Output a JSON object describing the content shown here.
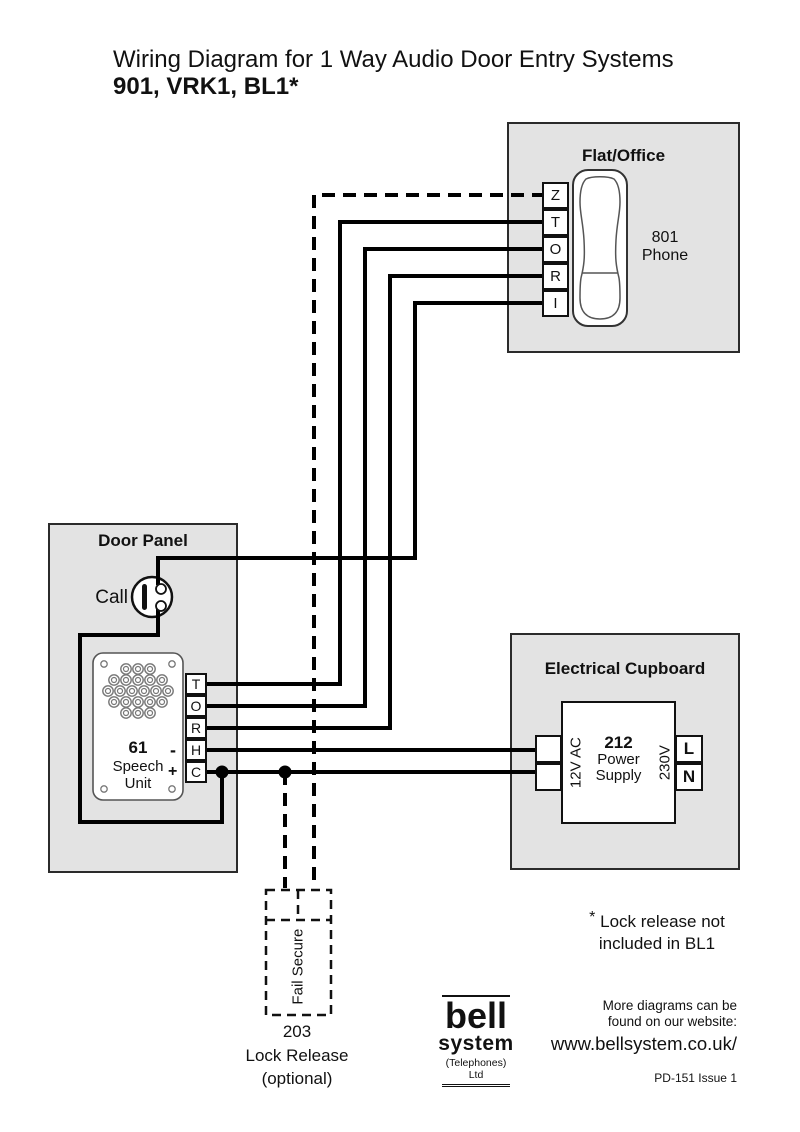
{
  "header": {
    "title": "Wiring Diagram for 1 Way Audio Door Entry Systems",
    "subtitle": "901, VRK1, BL1*"
  },
  "flat_office": {
    "title": "Flat/Office",
    "terminals": [
      "Z",
      "T",
      "O",
      "R",
      "I"
    ],
    "phone_model": "801",
    "phone_label": "Phone"
  },
  "door_panel": {
    "title": "Door Panel",
    "call_label": "Call",
    "speech_unit": {
      "model": "61",
      "name_line1": "Speech",
      "name_line2": "Unit",
      "terminals": [
        "T",
        "O",
        "R",
        "H",
        "C"
      ],
      "minus": "-",
      "plus": "+"
    }
  },
  "electrical_cupboard": {
    "title": "Electrical Cupboard",
    "psu": {
      "model": "212",
      "name_line1": "Power",
      "name_line2": "Supply",
      "left_rotated": "12V AC",
      "right_rotated": "230V",
      "terminals": [
        "L",
        "N"
      ]
    }
  },
  "lock_release": {
    "rotated_label": "Fail Secure",
    "model": "203",
    "name": "Lock Release",
    "note": "(optional)"
  },
  "footnote": {
    "star": "*",
    "line1": "Lock release not",
    "line2": "included in BL1"
  },
  "branding": {
    "name": "bell",
    "type": "system",
    "company": "(Telephones) Ltd"
  },
  "website": {
    "line1": "More diagrams can be",
    "line2": "found on our website:",
    "url": "www.bellsystem.co.uk/"
  },
  "doc_ref": "PD-151 Issue 1",
  "colors": {
    "region_fill": "#e3e3e3",
    "region_border": "#2b2b2b",
    "wire": "#000000",
    "component_fill": "#ffffff"
  }
}
